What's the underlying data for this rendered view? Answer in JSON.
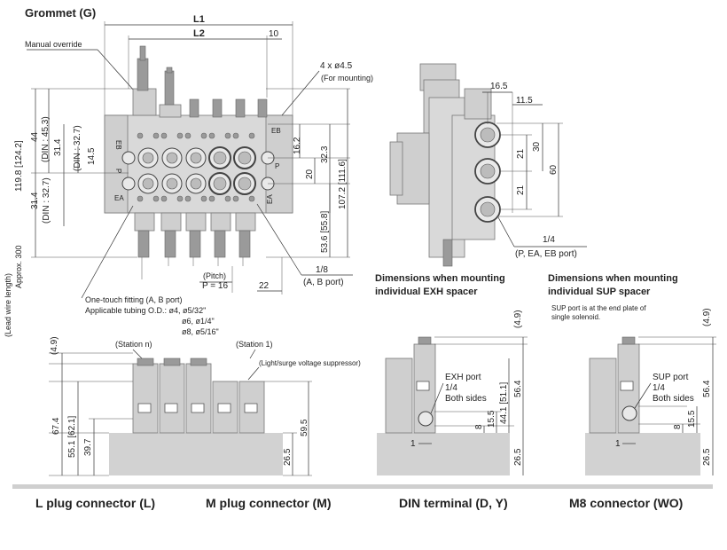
{
  "title": "Grommet (G)",
  "plan_view": {
    "L1": "L1",
    "L2": "L2",
    "d10": "10",
    "manual_override": "Manual override",
    "mount_holes": "4 x ø4.5",
    "mount_note": "(For mounting)",
    "d119": "119.8 [124.2]",
    "d44": "44",
    "d45": "(DIN : 45.3)",
    "d31a": "31.4",
    "d327a": "(DIN : 32.7)",
    "d145": "14.5",
    "d31b": "31.4",
    "d327b": "(DIN : 32.7)",
    "d162": "16.2",
    "d20": "20",
    "d323": "32.3",
    "d1072": "107.2 [111.6]",
    "d536": "53.6 [55.8]",
    "pitch": "(Pitch)",
    "pitch_val": "P = 16",
    "d22": "22",
    "lead1": "(Lead wire length)",
    "lead2": "Approx. 300",
    "eb": "EB",
    "ea": "EA",
    "p": "P",
    "fitting": "One-touch fitting (A, B port)",
    "tubing": "Applicable tubing O.D.: ø4, ø5/32\"",
    "tubing2": "ø6, ø1/4\"",
    "tubing3": "ø8, ø5/16\"",
    "ab_port_size": "1/8",
    "ab_port": "(A, B port)"
  },
  "end_view": {
    "d165": "16.5",
    "d115": "11.5",
    "d30": "30",
    "d21a": "21",
    "d21b": "21",
    "d60": "60",
    "port_size": "1/4",
    "port_label": "(P, EA, EB port)"
  },
  "front_view": {
    "station_n": "(Station n)",
    "station_1": "(Station 1)",
    "suppressor": "(Light/surge voltage suppressor)",
    "d49": "(4.9)",
    "d674": "67.4",
    "d551": "55.1 [62.1]",
    "d397": "39.7",
    "d595": "59.5",
    "d265": "26.5"
  },
  "exh_view": {
    "heading1": "Dimensions when mounting",
    "heading2": "individual EXH spacer",
    "exh_port": "EXH port",
    "size": "1/4",
    "sides": "Both sides",
    "d49": "(4.9)",
    "d564": "56.4",
    "d441": "44.1 [51.1]",
    "d155": "15.5",
    "d8": "8",
    "d265": "26.5",
    "d1": "1"
  },
  "sup_view": {
    "heading1": "Dimensions when mounting",
    "heading2": "individual SUP spacer",
    "note1": "SUP port is at the end plate of",
    "note2": "single solenoid.",
    "sup_port": "SUP port",
    "size": "1/4",
    "sides": "Both sides",
    "d49": "(4.9)",
    "d564": "56.4",
    "d155": "15.5",
    "d8": "8",
    "d265": "26.5",
    "d1": "1"
  },
  "footer": {
    "l_plug": "L plug connector (L)",
    "m_plug": "M plug connector (M)",
    "din": "DIN terminal (D, Y)",
    "m8": "M8 connector (WO)"
  }
}
